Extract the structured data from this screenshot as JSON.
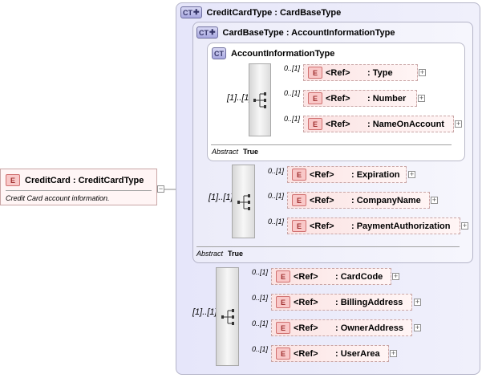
{
  "root": {
    "badge": "E",
    "label": "CreditCard : CreditCardType",
    "doc": "Credit Card account information."
  },
  "types": {
    "credit_card_type": {
      "badge": "CT",
      "title": "CreditCardType : CardBaseType"
    },
    "card_base_type": {
      "badge": "CT",
      "title": "CardBaseType : AccountInformationType"
    },
    "account_information_type": {
      "badge": "CT",
      "title": "AccountInformationType"
    }
  },
  "abstract": {
    "label": "Abstract",
    "value": "True"
  },
  "sequences": {
    "account": {
      "cardinality": "[1]..[1]",
      "items": [
        {
          "badge": "E",
          "tag": "<Ref>",
          "name": ": Type",
          "cardinality": "0..[1]"
        },
        {
          "badge": "E",
          "tag": "<Ref>",
          "name": ": Number",
          "cardinality": "0..[1]"
        },
        {
          "badge": "E",
          "tag": "<Ref>",
          "name": ": NameOnAccount",
          "cardinality": "0..[1]"
        }
      ]
    },
    "card_base": {
      "cardinality": "[1]..[1]",
      "items": [
        {
          "badge": "E",
          "tag": "<Ref>",
          "name": ": Expiration",
          "cardinality": "0..[1]"
        },
        {
          "badge": "E",
          "tag": "<Ref>",
          "name": ": CompanyName",
          "cardinality": "0..[1]"
        },
        {
          "badge": "E",
          "tag": "<Ref>",
          "name": ": PaymentAuthorization",
          "cardinality": "0..[1]"
        }
      ]
    },
    "credit_card": {
      "cardinality": "[1]..[1]",
      "items": [
        {
          "badge": "E",
          "tag": "<Ref>",
          "name": ": CardCode",
          "cardinality": "0..[1]"
        },
        {
          "badge": "E",
          "tag": "<Ref>",
          "name": ": BillingAddress",
          "cardinality": "0..[1]"
        },
        {
          "badge": "E",
          "tag": "<Ref>",
          "name": ": OwnerAddress",
          "cardinality": "0..[1]"
        },
        {
          "badge": "E",
          "tag": "<Ref>",
          "name": ": UserArea",
          "cardinality": "0..[1]"
        }
      ]
    }
  },
  "icons": {
    "expand": "+",
    "sequence": "sequence-icon",
    "ct_plus": "✚"
  }
}
